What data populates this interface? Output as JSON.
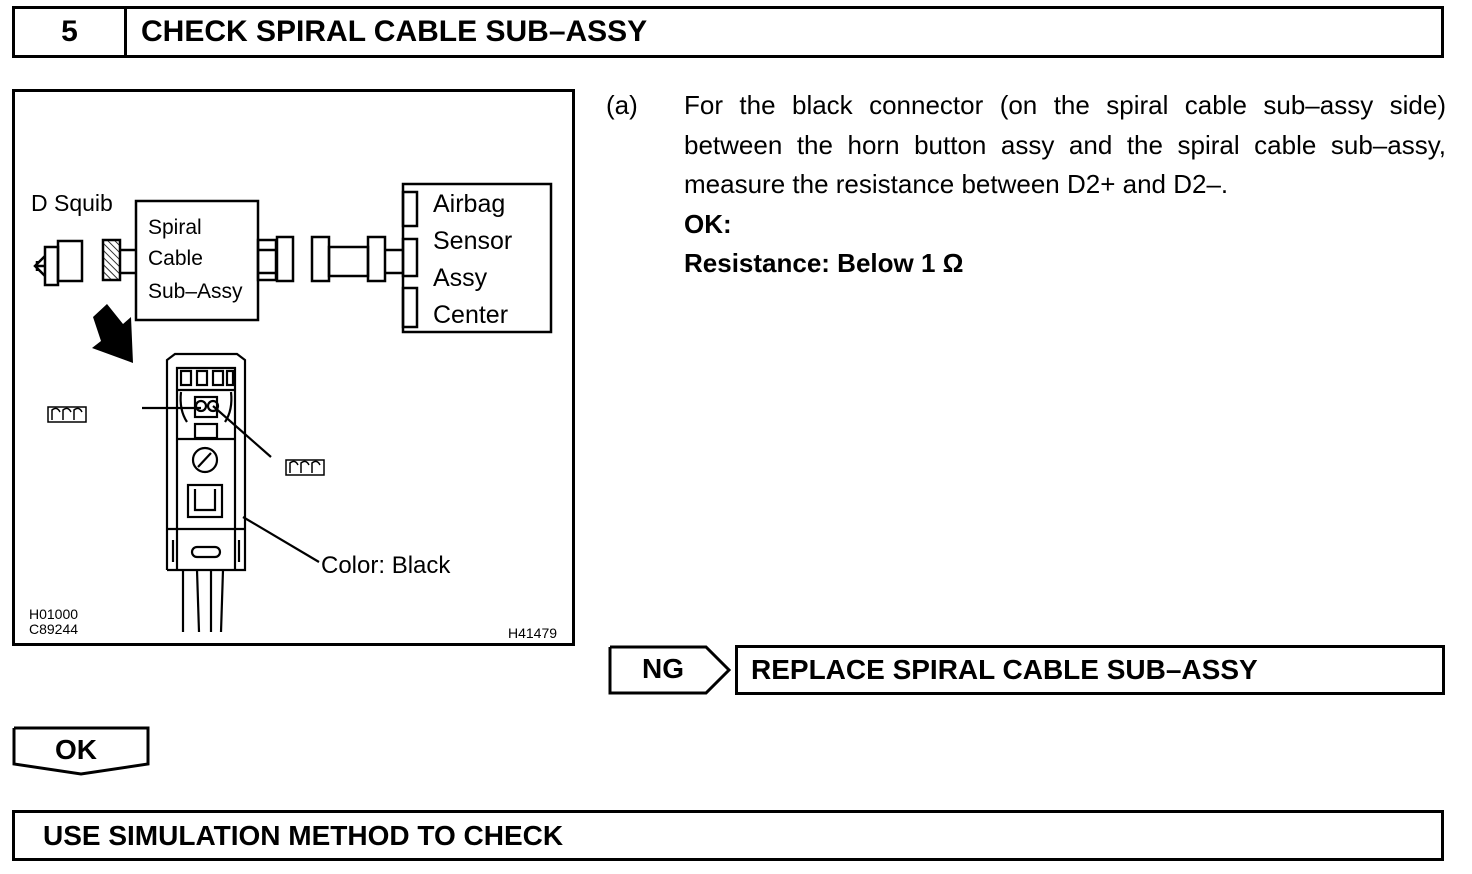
{
  "step": {
    "number": "5",
    "title": "CHECK SPIRAL CABLE SUB–ASSY"
  },
  "figure": {
    "labels": {
      "d_squib": "D Squib",
      "spiral": "Spiral",
      "cable": "Cable",
      "sub_assy": "Sub–Assy",
      "airbag": "Airbag",
      "sensor": "Sensor",
      "assy": "Assy",
      "center": "Center",
      "color": "Color: Black"
    },
    "codes": {
      "code1": "H01000",
      "code2": "C89244",
      "code3": "H41479"
    }
  },
  "instruction": {
    "letter": "(a)",
    "text": "For the black connector (on the spiral cable sub–assy side) between the horn button assy and the spiral cable sub–assy, measure the resistance between D2+ and D2–.",
    "ok_label": "OK:",
    "spec": "Resistance: Below 1 Ω"
  },
  "ng": {
    "label": "NG",
    "action": "REPLACE SPIRAL CABLE SUB–ASSY"
  },
  "ok": {
    "label": "OK"
  },
  "final_step": "USE SIMULATION METHOD TO CHECK"
}
